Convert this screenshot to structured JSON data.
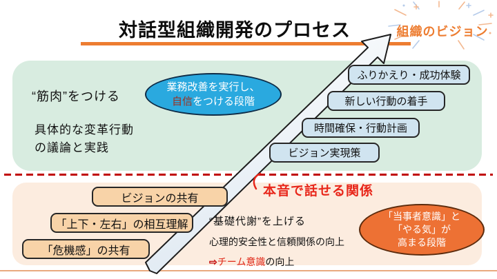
{
  "slide": {
    "title": "対話型組織開発のプロセス",
    "vision_label": "組織のビジョン",
    "upper": {
      "heading": "“筋肉”をつける",
      "desc1": "具体的な変革行動",
      "desc2": "の議論と実践",
      "stage_line1": "業務改善を実行し、",
      "stage_highlight": "自信",
      "stage_line2_rest": "をつける段階",
      "steps": [
        "ふりかえり・成功体験",
        "新しい行動の着手",
        "時間確保・行動計画",
        "ビジョン実現策"
      ]
    },
    "relation_note": "本音で話せる関係",
    "lower": {
      "steps": [
        "ビジョンの共有",
        "「上下・左右」の相互理解",
        "「危機感」の共有"
      ],
      "heading": "“基礎代謝”を上げる",
      "desc1": "心理的安全性と信頼関係の向上",
      "desc2_arrow": "⇨",
      "desc2_highlight": "チーム意識",
      "desc2_rest": "の向上",
      "stage_line1": "「当事者意識」と",
      "stage_line2": "「やる気」が",
      "stage_line3": "高まる段階"
    },
    "colors": {
      "accent_orange": "#ed7d31",
      "divider_red": "#c00000",
      "highlight_red": "#e8261a",
      "upper_zone_bg": "#d8ece0",
      "lower_zone_bg": "#fcecdf",
      "upper_step_bg": "#d0e4f0",
      "lower_step_bg": "#f8d3a8",
      "upper_ellipse_bg": "#2aa9df",
      "lower_ellipse_bg": "#ed7134"
    }
  }
}
